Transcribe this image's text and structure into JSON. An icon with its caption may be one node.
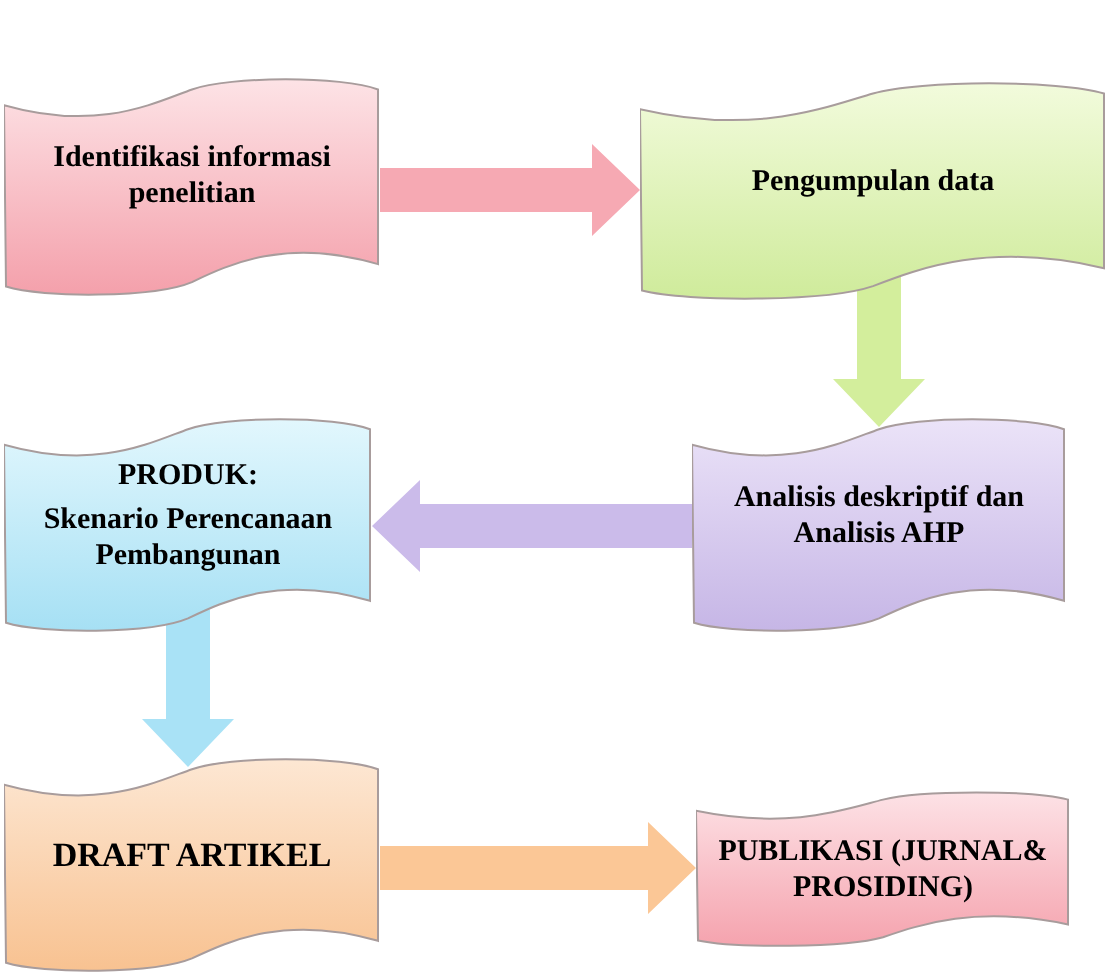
{
  "diagram": {
    "nodes": [
      {
        "text": [
          "Identifikasi informasi penelitian"
        ]
      },
      {
        "text": [
          "Pengumpulan data"
        ]
      },
      {
        "text": [
          "Analisis deskriptif dan Analisis AHP"
        ]
      },
      {
        "text": [
          "PRODUK:",
          "Skenario Perencanaan Pembangunan"
        ]
      },
      {
        "text": [
          "DRAFT ARTIKEL"
        ]
      },
      {
        "text": [
          "PUBLIKASI (JURNAL& PROSIDING)"
        ]
      }
    ],
    "edges": [
      {
        "from": 0,
        "to": 1,
        "arrow": "to",
        "color": "#f6a9b3"
      },
      {
        "from": 1,
        "to": 2,
        "arrow": "to",
        "color": "#d3ee9c"
      },
      {
        "from": 2,
        "to": 3,
        "arrow": "to",
        "color": "#cbbbea"
      },
      {
        "from": 3,
        "to": 4,
        "arrow": "to",
        "color": "#a9e2f6"
      },
      {
        "from": 4,
        "to": 5,
        "arrow": "to",
        "color": "#fbc796"
      }
    ]
  }
}
